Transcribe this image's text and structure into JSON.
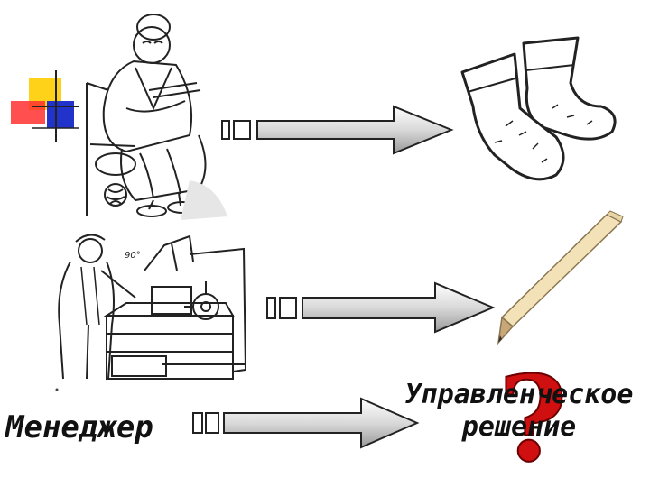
{
  "labels": {
    "manager": "Менеджер",
    "decision": "Управленческое решение"
  },
  "icons": [
    "knitting-woman-illustration",
    "socks-illustration",
    "lathe-worker-illustration",
    "pencil-illustration",
    "question-mark-icon",
    "color-squares-logo"
  ],
  "colors": {
    "question_mark": "#d01010",
    "logo_yellow": "#ffd21a",
    "logo_red": "#ff3030",
    "logo_blue": "#2233cc",
    "arrow_fill": "#e8e8e8",
    "stroke": "#222222",
    "pencil_body": "#f3e2b8"
  }
}
